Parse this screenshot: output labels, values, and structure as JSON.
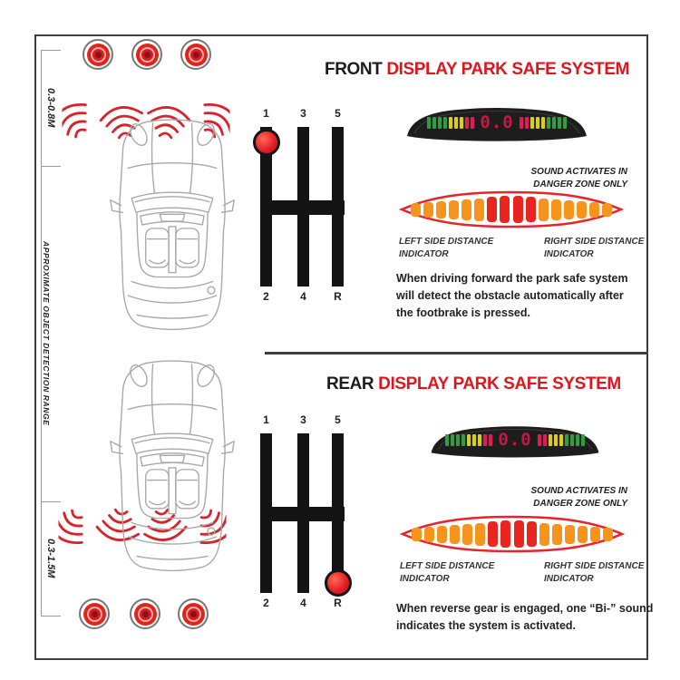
{
  "colors": {
    "g": "#2f9e41",
    "y": "#ddd200",
    "p": "#e61950",
    "o": "#f7941d",
    "r": "#e8251f",
    "accent": "#e0161f"
  },
  "ruler": {
    "top": "0.3-0.8M",
    "middle": "APPROXIMATE OBJECT DETECTION RANGE",
    "bottom": "0.3-1.5M"
  },
  "front": {
    "title_prefix": "FRONT ",
    "title_rest": "DISPLAY PARK SAFE SYSTEM",
    "display": {
      "digits": "0.0",
      "left_bars": [
        {
          "c": "g",
          "h": 13
        },
        {
          "c": "g",
          "h": 13
        },
        {
          "c": "g",
          "h": 13
        },
        {
          "c": "g",
          "h": 13
        },
        {
          "c": "y",
          "h": 13
        },
        {
          "c": "y",
          "h": 13
        },
        {
          "c": "y",
          "h": 13
        },
        {
          "c": "p",
          "h": 13
        },
        {
          "c": "p",
          "h": 13
        }
      ],
      "right_bars": [
        {
          "c": "p",
          "h": 13
        },
        {
          "c": "p",
          "h": 13
        },
        {
          "c": "y",
          "h": 13
        },
        {
          "c": "y",
          "h": 13
        },
        {
          "c": "y",
          "h": 13
        },
        {
          "c": "g",
          "h": 13
        },
        {
          "c": "g",
          "h": 13
        },
        {
          "c": "g",
          "h": 13
        },
        {
          "c": "g",
          "h": 13
        }
      ]
    },
    "sound_line1": "SOUND ACTIVATES IN",
    "sound_line2": "DANGER ZONE ONLY",
    "indicator": {
      "left_bars": [
        {
          "c": "o",
          "h": 15
        },
        {
          "c": "o",
          "h": 17
        },
        {
          "c": "o",
          "h": 19
        },
        {
          "c": "o",
          "h": 21
        },
        {
          "c": "o",
          "h": 23
        },
        {
          "c": "o",
          "h": 25
        },
        {
          "c": "r",
          "h": 28
        },
        {
          "c": "r",
          "h": 30
        }
      ],
      "right_bars": [
        {
          "c": "r",
          "h": 30
        },
        {
          "c": "r",
          "h": 28
        },
        {
          "c": "o",
          "h": 25
        },
        {
          "c": "o",
          "h": 23
        },
        {
          "c": "o",
          "h": 21
        },
        {
          "c": "o",
          "h": 19
        },
        {
          "c": "o",
          "h": 17
        },
        {
          "c": "o",
          "h": 15
        }
      ]
    },
    "left_label1": "LEFT SIDE DISTANCE",
    "left_label2": "INDICATOR",
    "right_label1": "RIGHT SIDE DISTANCE",
    "right_label2": "INDICATOR",
    "description": "When driving forward the park safe system will detect the obstacle automatically after the footbrake is pressed.",
    "gear": {
      "top": [
        "1",
        "3",
        "5"
      ],
      "bottom": [
        "2",
        "4",
        "R"
      ]
    }
  },
  "rear": {
    "title_prefix": "REAR ",
    "title_rest": "DISPLAY PARK SAFE SYSTEM",
    "display": {
      "digits": "0.0",
      "left_bars": [
        {
          "c": "g",
          "h": 13
        },
        {
          "c": "g",
          "h": 13
        },
        {
          "c": "g",
          "h": 13
        },
        {
          "c": "g",
          "h": 13
        },
        {
          "c": "y",
          "h": 13
        },
        {
          "c": "y",
          "h": 13
        },
        {
          "c": "y",
          "h": 13
        },
        {
          "c": "p",
          "h": 13
        },
        {
          "c": "p",
          "h": 13
        }
      ],
      "right_bars": [
        {
          "c": "p",
          "h": 13
        },
        {
          "c": "p",
          "h": 13
        },
        {
          "c": "y",
          "h": 13
        },
        {
          "c": "y",
          "h": 13
        },
        {
          "c": "y",
          "h": 13
        },
        {
          "c": "g",
          "h": 13
        },
        {
          "c": "g",
          "h": 13
        },
        {
          "c": "g",
          "h": 13
        },
        {
          "c": "g",
          "h": 13
        }
      ]
    },
    "sound_line1": "SOUND ACTIVATES IN",
    "sound_line2": "DANGER ZONE ONLY",
    "indicator": {
      "left_bars": [
        {
          "c": "o",
          "h": 15
        },
        {
          "c": "o",
          "h": 17
        },
        {
          "c": "o",
          "h": 19
        },
        {
          "c": "o",
          "h": 21
        },
        {
          "c": "o",
          "h": 23
        },
        {
          "c": "o",
          "h": 25
        },
        {
          "c": "r",
          "h": 28
        },
        {
          "c": "r",
          "h": 30
        }
      ],
      "right_bars": [
        {
          "c": "r",
          "h": 30
        },
        {
          "c": "r",
          "h": 28
        },
        {
          "c": "o",
          "h": 25
        },
        {
          "c": "o",
          "h": 23
        },
        {
          "c": "o",
          "h": 21
        },
        {
          "c": "o",
          "h": 19
        },
        {
          "c": "o",
          "h": 17
        },
        {
          "c": "o",
          "h": 15
        }
      ]
    },
    "left_label1": "LEFT SIDE DISTANCE",
    "left_label2": "INDICATOR",
    "right_label1": "RIGHT SIDE DISTANCE",
    "right_label2": "INDICATOR",
    "description": "When reverse gear is engaged, one “Bi-” sound indicates the system is activated.",
    "gear": {
      "top": [
        "1",
        "3",
        "5"
      ],
      "bottom": [
        "2",
        "4",
        "R"
      ]
    }
  }
}
